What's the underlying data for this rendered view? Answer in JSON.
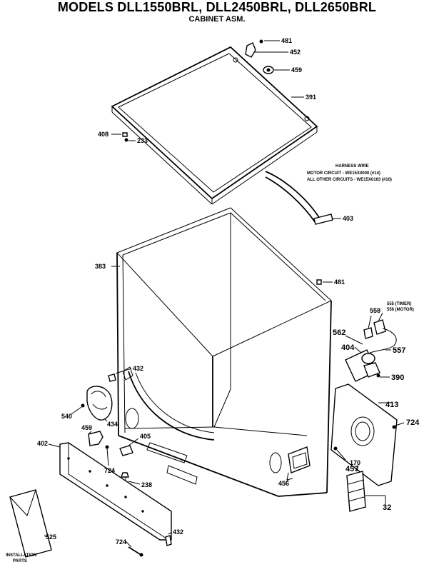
{
  "header": {
    "title": "MODELS DLL1550BRL, DLL2450BRL, DLL2650BRL",
    "subtitle": "CABINET ASM."
  },
  "note": {
    "line1": "HARNESS WIRE",
    "line2": "MOTOR CIRCUIT - WE15X0000 (#14)",
    "line3": "ALL OTHER CIRCUITS - WE15X0163 (#10)"
  },
  "callouts": {
    "p481a": "481",
    "p452": "452",
    "p459": "459",
    "p391": "391",
    "p408": "408",
    "p233": "233",
    "p403": "403",
    "p383": "383",
    "p481b": "481",
    "p555": "555 (TIMER)",
    "p556": "556 (MOTOR)",
    "p558": "558",
    "p562": "562",
    "p404": "404",
    "p557": "557",
    "p390": "390",
    "p432a": "432",
    "p540": "540",
    "p434": "434",
    "p413": "413",
    "p724a": "724",
    "p459b": "459",
    "p405": "405",
    "p402": "402",
    "p724b": "724",
    "p238": "238",
    "p170": "170",
    "p457": "457",
    "p456": "456",
    "p32": "32",
    "p525": "525",
    "p724c": "724",
    "p432b": "432",
    "installation": "INSTALLATION",
    "parts": "PARTS"
  }
}
